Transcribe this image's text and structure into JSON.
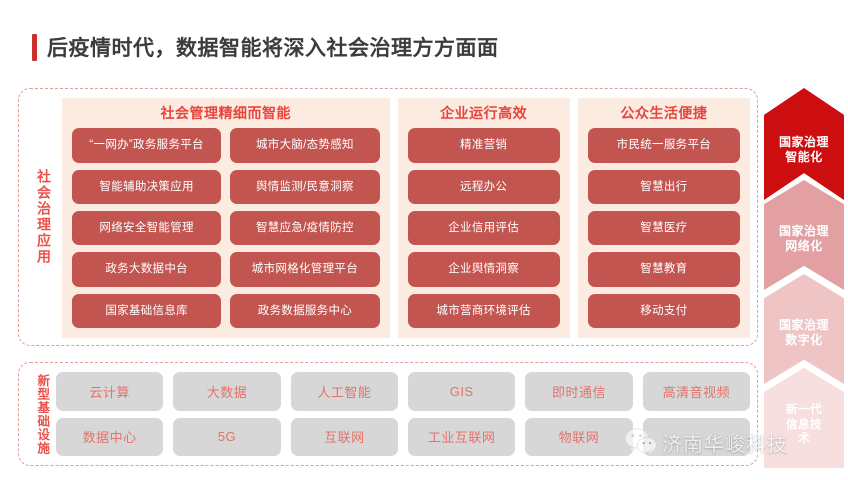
{
  "page": {
    "title": "后疫情时代，数据智能将深入社会治理方方面面",
    "accent_red": "#C9302C",
    "pill_red": "#C35550",
    "header_red": "#E8453C",
    "panel_bg": "#FBEBE1",
    "infra_pill_bg": "#D7D7D7",
    "infra_text": "#E3736B",
    "dashed_border": "#E79A9A"
  },
  "applications": {
    "side_label": "社会治理应用",
    "panels": [
      {
        "title": "社会管理精细而智能",
        "columns": [
          [
            "“一网办”政务服务平台",
            "智能辅助决策应用",
            "网络安全智能管理",
            "政务大数据中台",
            "国家基础信息库"
          ],
          [
            "城市大脑/态势感知",
            "舆情监测/民意洞察",
            "智慧应急/疫情防控",
            "城市网格化管理平台",
            "政务数据服务中心"
          ]
        ]
      },
      {
        "title": "企业运行高效",
        "columns": [
          [
            "精准营销",
            "远程办公",
            "企业信用评估",
            "企业舆情洞察",
            "城市营商环境评估"
          ]
        ]
      },
      {
        "title": "公众生活便捷",
        "columns": [
          [
            "市民统一服务平台",
            "智慧出行",
            "智慧医疗",
            "智慧教育",
            "移动支付"
          ]
        ]
      }
    ]
  },
  "infrastructure": {
    "side_label": "新型基础设施",
    "items": [
      "云计算",
      "大数据",
      "人工智能",
      "GIS",
      "即时通信",
      "高清音视频",
      "数据中心",
      "5G",
      "互联网",
      "工业互联网",
      "物联网",
      ""
    ]
  },
  "arrow_stack": {
    "segments": [
      {
        "label": "国家治理\n智能化",
        "color": "#CC0E11"
      },
      {
        "label": "国家治理\n网络化",
        "color": "#E2A0A2"
      },
      {
        "label": "国家治理\n数字化",
        "color": "#EFC4C5"
      },
      {
        "label": "新一代\n信息技\n术",
        "color": "#F7DEDF"
      }
    ]
  },
  "watermark": {
    "text": "济南华峻科技",
    "icon": "wechat-icon"
  }
}
